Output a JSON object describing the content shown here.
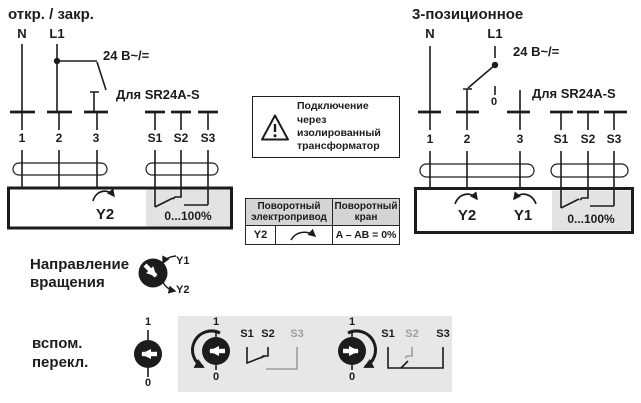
{
  "colors": {
    "ink": "#1c1c1c",
    "actuator_gray": "#e3e3e3",
    "aux_panel_gray": "#e7e7e7",
    "table_header_gray": "#d4d4d4",
    "inactive_gray": "#9e9e9e"
  },
  "left_diagram": {
    "title": "откр. / закр.",
    "n": "N",
    "l1": "L1",
    "voltage": "24 В~/=",
    "model": "Для SR24A-S",
    "t1": "1",
    "t2": "2",
    "t3": "3",
    "s1": "S1",
    "s2": "S2",
    "s3": "S3",
    "y2": "Y2",
    "range": "0...100%"
  },
  "right_diagram": {
    "title": "3-позиционное",
    "n": "N",
    "l1": "L1",
    "voltage": "24 В~/=",
    "zero": "0",
    "model": "Для SR24A-S",
    "t1": "1",
    "t2": "2",
    "t3": "3",
    "s1": "S1",
    "s2": "S2",
    "s3": "S3",
    "y2": "Y2",
    "y1": "Y1",
    "range": "0...100%"
  },
  "warning": {
    "lines": [
      "Подключение через",
      "изолированный",
      "трансформатор"
    ]
  },
  "table": {
    "header_actuator": "Поворотный электропривод",
    "header_valve": "Поворотный кран",
    "row_y2": "Y2",
    "row_value": "A – AB = 0%"
  },
  "rotation": {
    "label_line1": "Направление",
    "label_line2": "вращения",
    "y1": "Y1",
    "y2": "Y2"
  },
  "aux": {
    "label_line1": "вспом.",
    "label_line2": "перекл.",
    "dial1_top": "1",
    "dial1_bottom": "0",
    "dial2_top": "1",
    "dial2_bottom": "0",
    "dial3_top": "1",
    "dial3_bottom": "0",
    "sw1_s1": "S1",
    "sw1_s2": "S2",
    "sw1_s3": "S3",
    "sw2_s1": "S1",
    "sw2_s2": "S2",
    "sw2_s3": "S3"
  }
}
